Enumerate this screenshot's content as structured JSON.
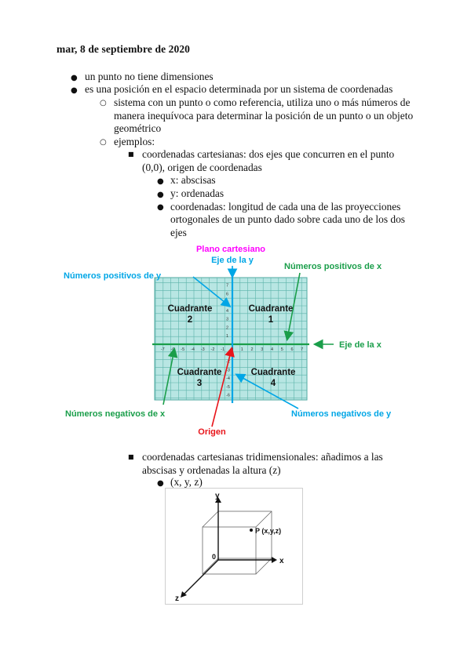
{
  "date": "mar, 8 de septiembre de 2020",
  "bullets": {
    "b1": "un punto no tiene dimensiones",
    "b2": "es una posición en el espacio determinada por un sistema de coordenadas",
    "sub1_l1": "sistema con un punto o como referencia, utiliza uno o más números de",
    "sub1_l2": "manera inequívoca para determinar la posición de un punto o un objeto",
    "sub1_l3": "geométrico",
    "sub2": "ejemplos:",
    "sq1_l1": "coordenadas cartesianas: dos ejes que concurren en el punto",
    "sq1_l2": "(0,0), origen de coordenadas",
    "c1": "x: abscisas",
    "c2": "y: ordenadas",
    "c3_l1": "coordenadas: longitud de cada una de las proyecciones",
    "c3_l2": "ortogonales de un punto dado sobre cada uno de los dos",
    "c3_l3": "ejes",
    "sq2_l1": "coordenadas cartesianas tridimensionales: añadimos a las",
    "sq2_l2": "abscisas y ordenadas la altura (z)",
    "c4": "(x, y, z)"
  },
  "figure1": {
    "title": "Plano cartesiano",
    "eje_y": "Eje de la y",
    "eje_x": "Eje de la x",
    "pos_y": "Números positivos de y",
    "pos_x": "Números positivos de x",
    "neg_x": "Números negativos de x",
    "neg_y": "Números negativos de y",
    "origen": "Origen",
    "q1": "Cuadrante",
    "q1n": "1",
    "q2": "Cuadrante",
    "q2n": "2",
    "q3": "Cuadrante",
    "q3n": "3",
    "q4": "Cuadrante",
    "q4n": "4",
    "colors": {
      "magenta": "#ff00ff",
      "blue": "#00a6e6",
      "green": "#1a9e4a",
      "red": "#e8141a",
      "grid_bg": "#b8e6e3",
      "grid_line": "#4fa9a1"
    }
  },
  "figure2": {
    "y": "y",
    "x": "x",
    "z": "z",
    "o": "0",
    "p": "P (x,y,z)"
  }
}
